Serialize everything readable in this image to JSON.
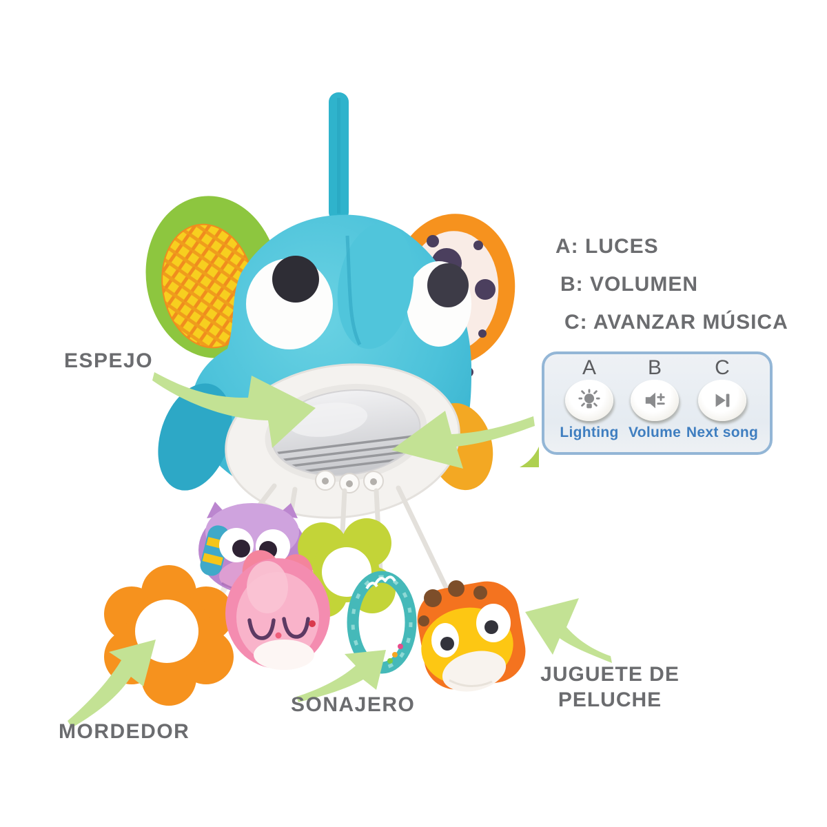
{
  "product_labels": {
    "espejo": "ESPEJO",
    "mordedor": "MORDEDOR",
    "sonajero": "SONAJERO",
    "juguete_de_peluche": "JUGUETE DE PELUCHE"
  },
  "legend": [
    {
      "label": "A: LUCES"
    },
    {
      "label": "B: VOLUMEN"
    },
    {
      "label": "C: AVANZAR MÚSICA"
    }
  ],
  "control_panel": {
    "buttons": [
      {
        "key": "A",
        "icon": "lighting-icon",
        "label": "Lighting"
      },
      {
        "key": "B",
        "icon": "volume-icon",
        "label": "Volume"
      },
      {
        "key": "C",
        "icon": "next-song-icon",
        "label": "Next song"
      }
    ]
  },
  "colors": {
    "label_gray": "#6b6c6f",
    "arrow_green": "#c3e294",
    "panel_border": "#93b6d6",
    "panel_letter_gray": "#5b5c5f",
    "panel_label_blue": "#3f7ec0",
    "head_teal": "#45bdd6",
    "strap_teal": "#2fb3cc",
    "ear_green": "#8dc63f",
    "ear_orange": "#f6921e",
    "ear_dot_purple": "#4b3f5e",
    "flower_orange": "#f6921e",
    "owl_purple": "#bb86cf",
    "pink_toy": "#f48cb0",
    "lime_flower": "#c3d438",
    "ring_teal": "#45b9b9",
    "giraffe_orange": "#f4731f",
    "giraffe_yellow": "#fdc713"
  }
}
